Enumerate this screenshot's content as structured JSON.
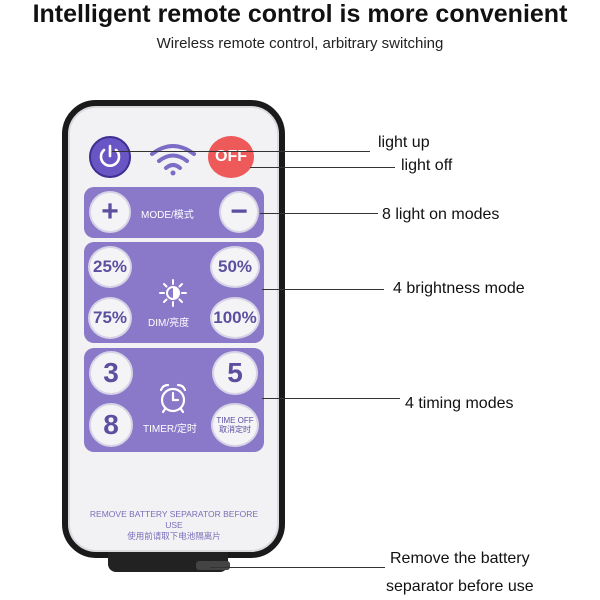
{
  "header": {
    "title": "Intelligent remote control is more convenient",
    "subtitle": "Wireless remote control, arbitrary switching"
  },
  "remote": {
    "off_label": "OFF",
    "mode_label": "MODE/模式",
    "plus_label": "+",
    "minus_label": "−",
    "brightness_label": "DIM/亮度",
    "brightness_buttons": [
      "25%",
      "50%",
      "75%",
      "100%"
    ],
    "timer_label": "TIMER/定时",
    "timer_buttons": [
      "3",
      "5",
      "8"
    ],
    "timer_off_line1": "TIME OFF",
    "timer_off_line2": "取消定时",
    "note_line1": "REMOVE BATTERY SEPARATOR BEFORE USE",
    "note_line2": "使用前请取下电池隔离片"
  },
  "callouts": {
    "light_up": "light up",
    "light_off": "light off",
    "light_on_modes": "8 light on modes",
    "brightness_mode": "4 brightness mode",
    "timing_modes": "4 timing modes",
    "battery_line1": "Remove the battery",
    "battery_line2": "separator before use"
  },
  "colors": {
    "panel": "#8a79c9",
    "power": "#6a55c5",
    "off": "#ee5a5a",
    "button_text": "#5b4fa0"
  },
  "icons": [
    "power-icon",
    "wifi-icon",
    "sun-icon",
    "alarm-clock-icon"
  ]
}
